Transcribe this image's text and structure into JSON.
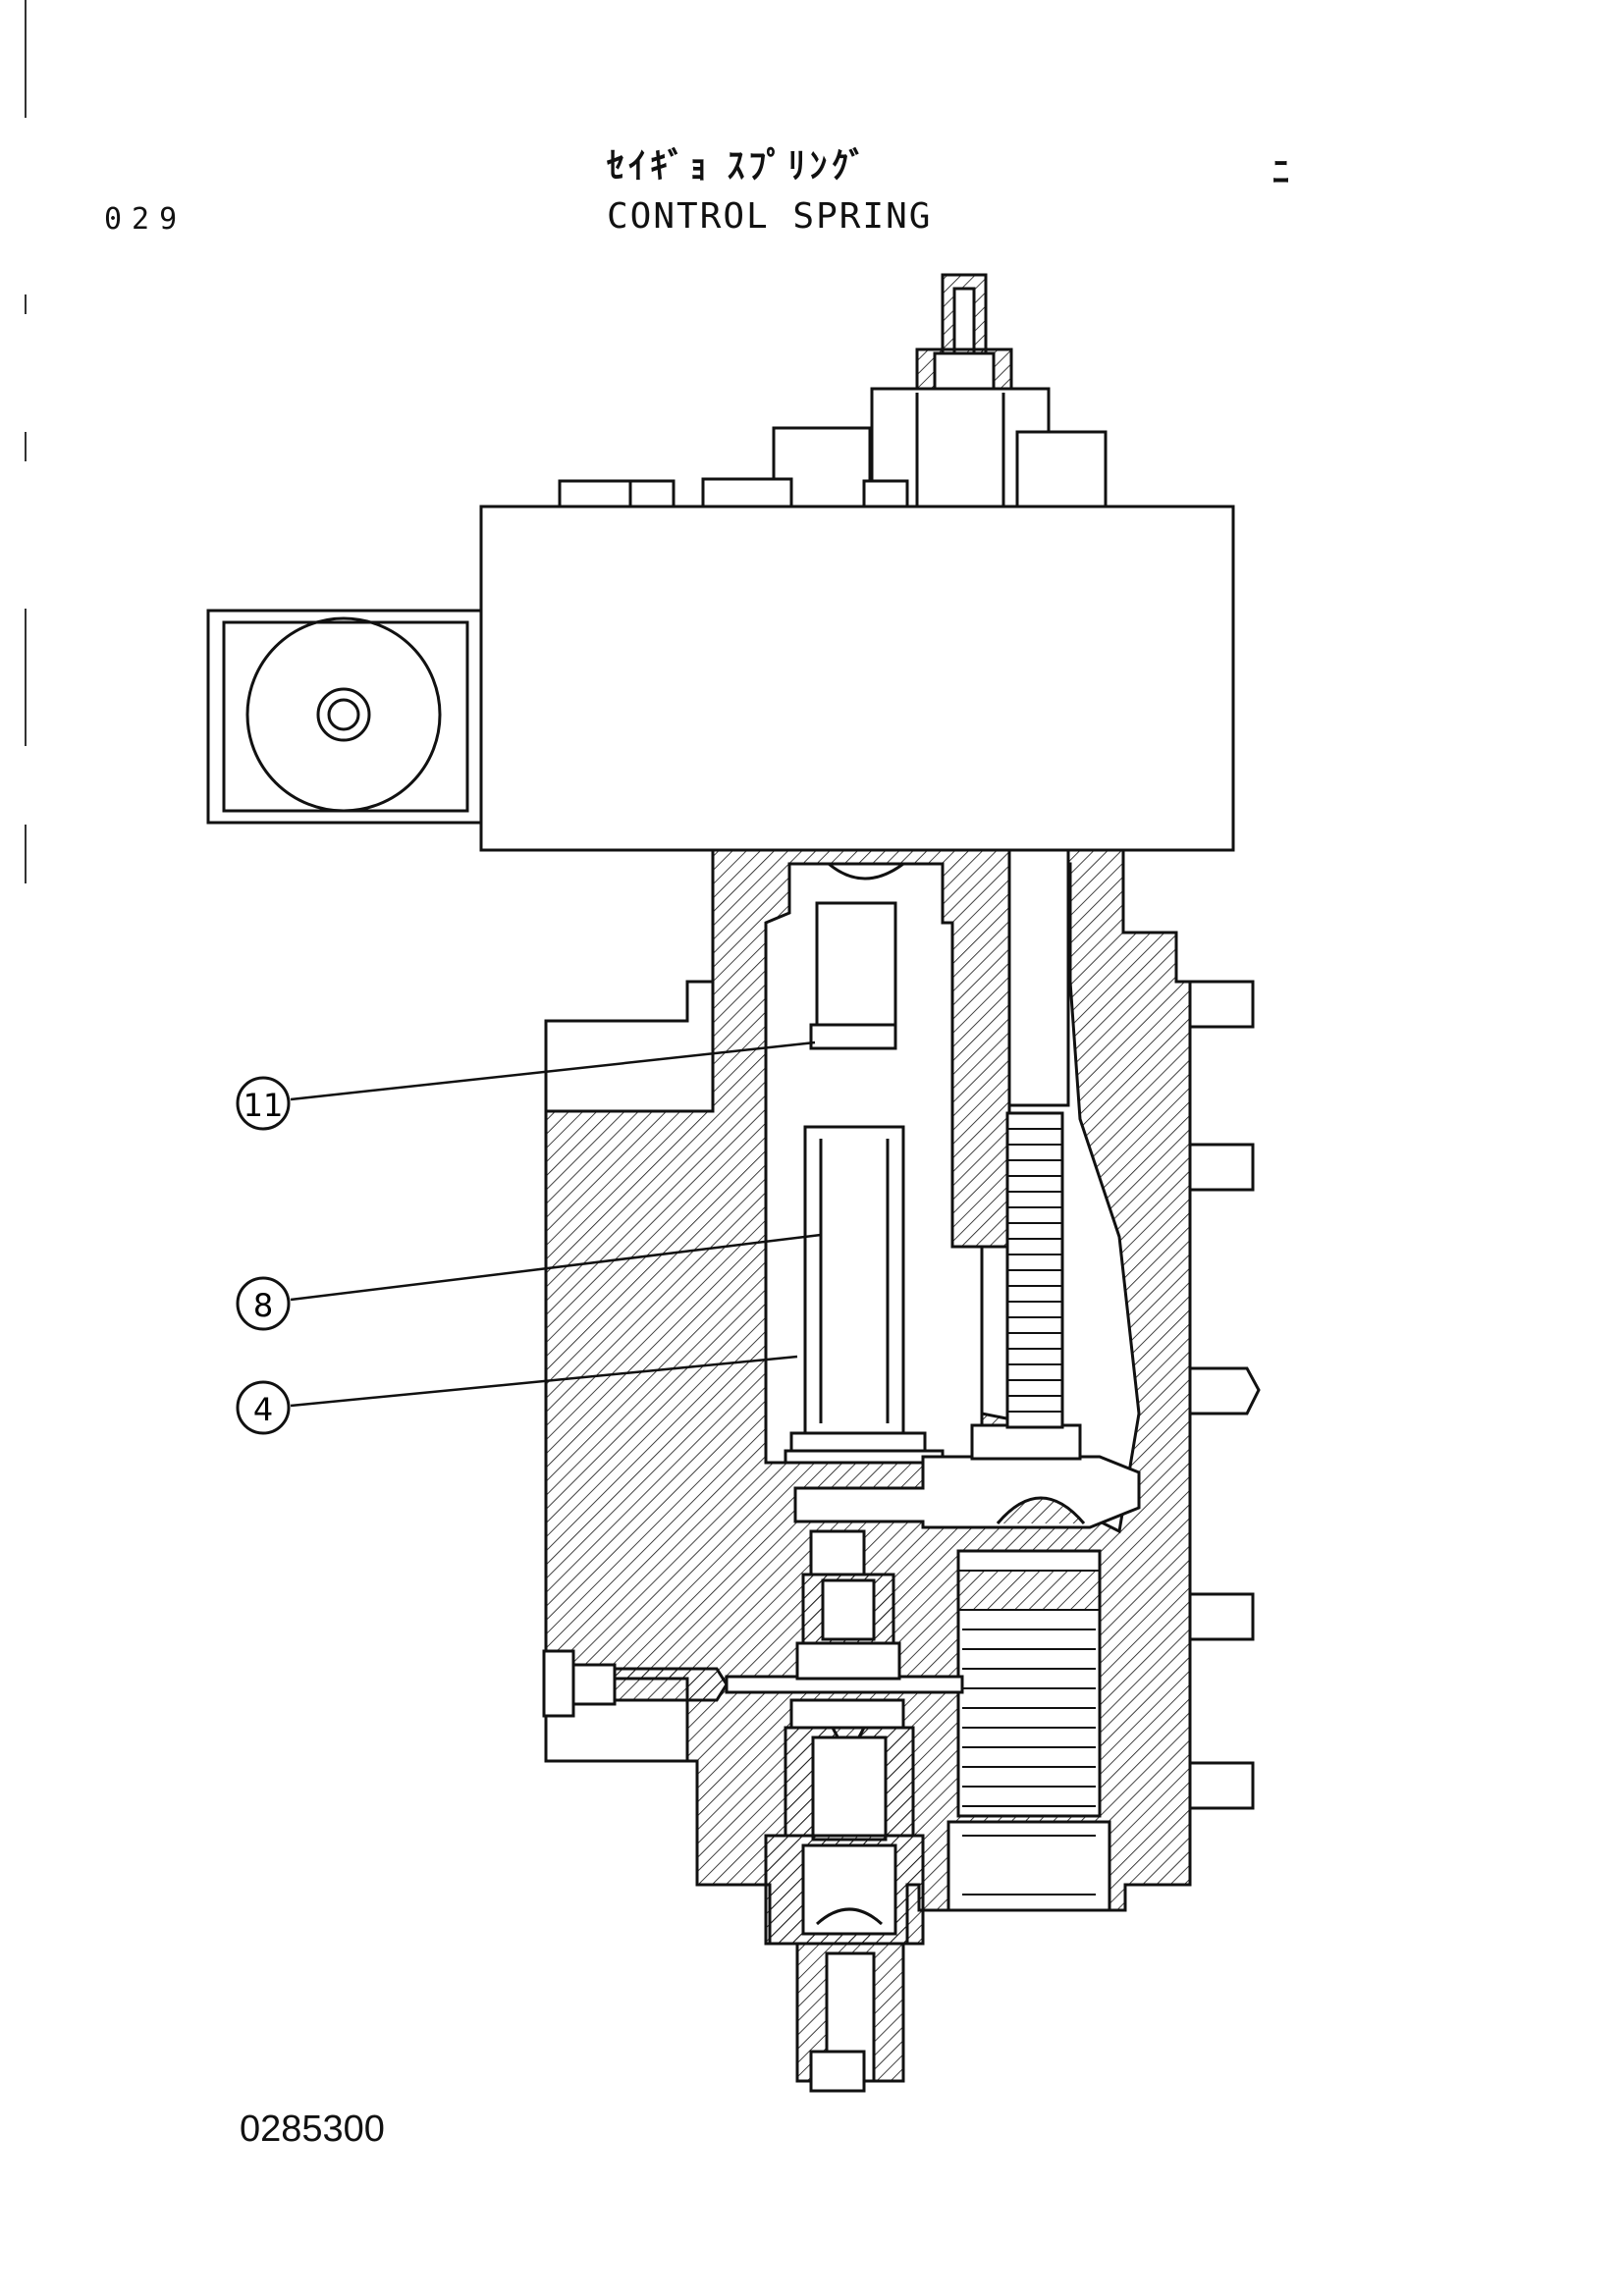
{
  "header": {
    "page_number": "029",
    "title_jp": "ｾｲｷﾞｮ ｽﾌﾟﾘﾝｸﾞ",
    "title_en": "CONTROL SPRING",
    "corner_mark": "ﾆ"
  },
  "callouts": [
    {
      "label": "11"
    },
    {
      "label": "8"
    },
    {
      "label": "4"
    }
  ],
  "footer": {
    "reference_number": "0285300"
  },
  "colors": {
    "line": "#111111",
    "background": "#ffffff"
  }
}
